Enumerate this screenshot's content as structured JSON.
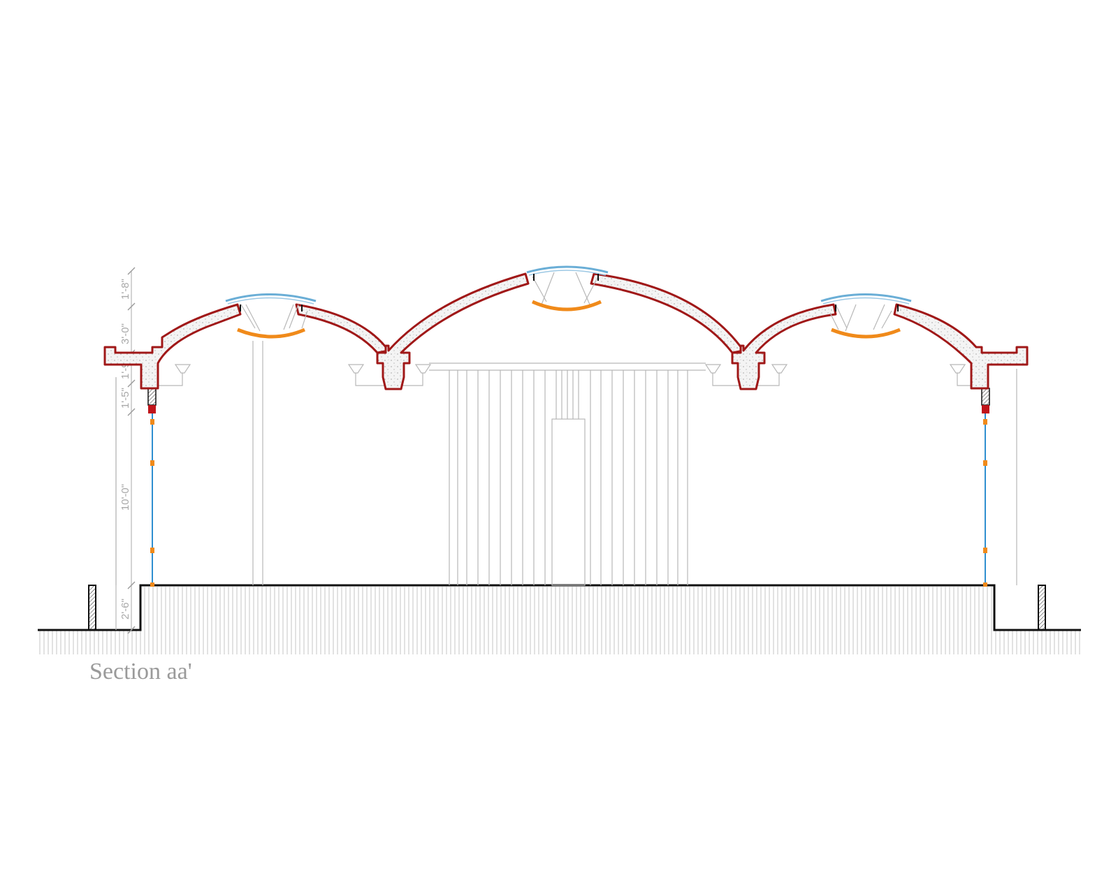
{
  "drawing": {
    "title": "Section aa'",
    "dimensions": [
      "1'-8\"",
      "3'-0\"",
      "1'-9\"",
      "1'-5\"",
      "10'-0\"",
      "2'-6\""
    ]
  },
  "colors": {
    "roof_outline": "#a01818",
    "concrete_fill": "#f3f3f3",
    "skylight_glass": "#6aaed6",
    "reflector": "#f08a1a",
    "glazing": "#2f8fd0",
    "mullion_joint": "#f08a1a",
    "thin_line": "#b8b8b8",
    "ground_line": "#111111",
    "hatch": "#c4c4c4",
    "text": "#9a9a9a"
  }
}
